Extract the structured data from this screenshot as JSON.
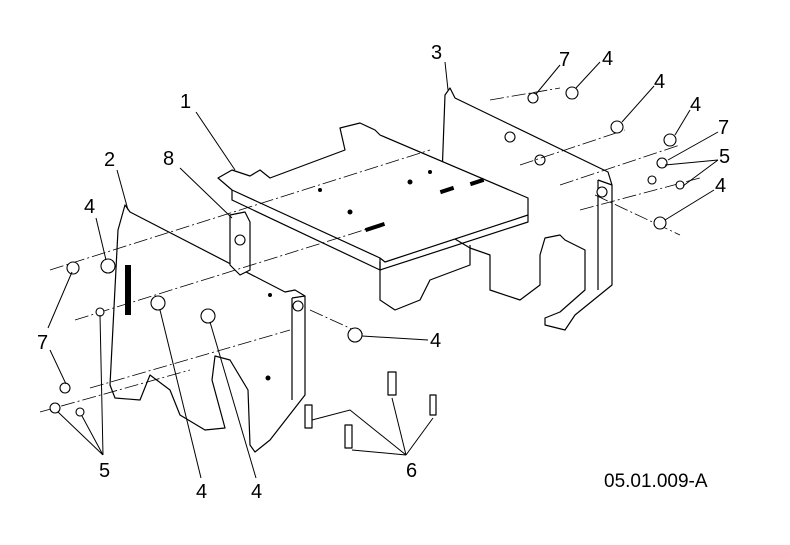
{
  "diagram": {
    "drawing_number": "05.01.009-A",
    "callouts": {
      "c1": "1",
      "c2": "2",
      "c3": "3",
      "c4a": "4",
      "c4b": "4",
      "c4c": "4",
      "c4d": "4",
      "c4e": "4",
      "c4f": "4",
      "c4g": "4",
      "c4h": "4",
      "c5a": "5",
      "c5b": "5",
      "c6": "6",
      "c7a": "7",
      "c7b": "7",
      "c7c": "7",
      "c8": "8"
    }
  }
}
